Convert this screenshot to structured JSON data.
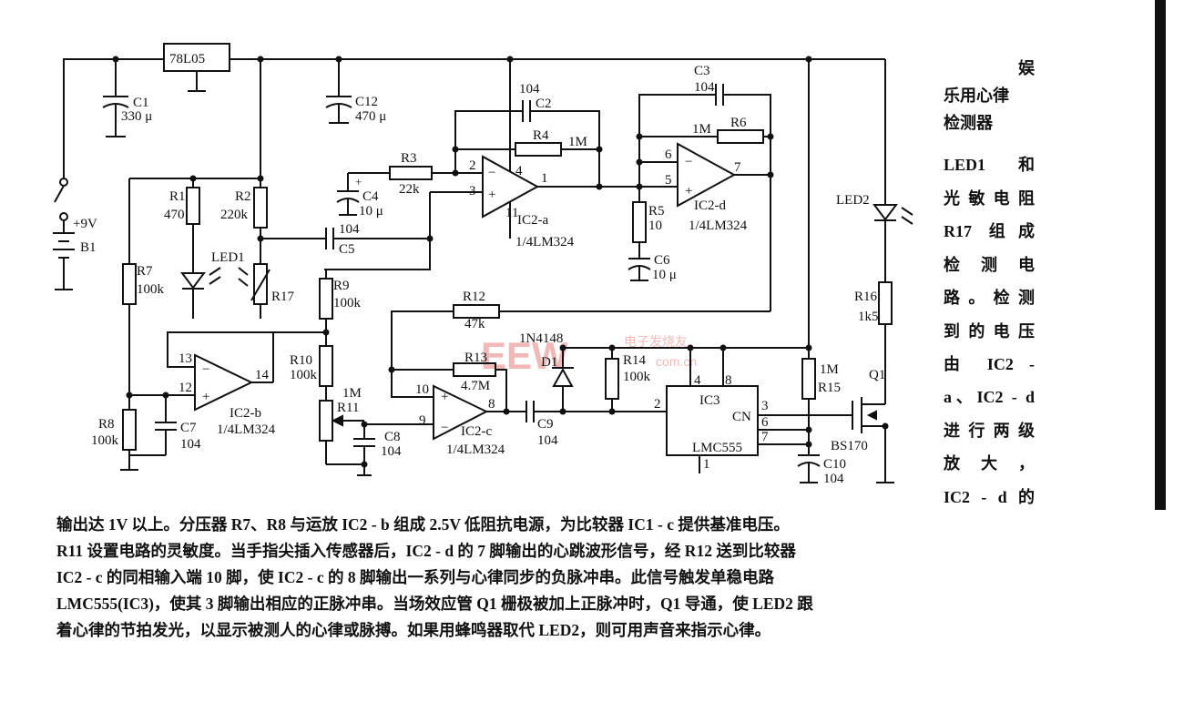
{
  "labels": {
    "reg": "78L05",
    "c1": "C1",
    "c1v": "330 μ",
    "c12": "C12",
    "c12v": "470 μ",
    "c2": "C2",
    "c2v": "104",
    "c3": "C3",
    "c3v": "104",
    "r4": "R4",
    "r4v": "1M",
    "r6": "R6",
    "r6v": "1M",
    "r3": "R3",
    "r3v": "22k",
    "c4": "C4",
    "c4v": "10 μ",
    "ic2a": "IC2-a",
    "ic2a_type": "1/4LM324",
    "ic2d": "IC2-d",
    "ic2d_type": "1/4LM324",
    "r5": "R5",
    "r5v": "10",
    "c6": "C6",
    "c6v": "10 μ",
    "r1": "R1",
    "r1v": "470",
    "r2": "R2",
    "r2v": "220k",
    "c5": "C5",
    "c5v": "104",
    "led1": "LED1",
    "r17": "R17",
    "r7": "R7",
    "r7v": "100k",
    "r9": "R9",
    "r9v": "100k",
    "r12": "R12",
    "r12v": "47k",
    "led2": "LED2",
    "r16": "R16",
    "r16v": "1k5",
    "batt": "+9V",
    "b1": "B1",
    "ic2b": "IC2-b",
    "ic2b_type": "1/4LM324",
    "r8": "R8",
    "r8v": "100k",
    "c7": "C7",
    "c7v": "104",
    "r10": "R10",
    "r10v": "100k",
    "r11": "R11",
    "r11v": "1M",
    "c8": "C8",
    "c8v": "104",
    "r13": "R13",
    "r13v": "4.7M",
    "d1": "D1",
    "d1_type": "1N4148",
    "r14": "R14",
    "r14v": "100k",
    "ic2c": "IC2-c",
    "ic2c_type": "1/4LM324",
    "c9": "C9",
    "c9v": "104",
    "ic3": "IC3",
    "ic3_type": "LMC555",
    "r15": "R15",
    "r15v": "1M",
    "cn": "CN",
    "q1": "Q1",
    "q1_type": "BS170",
    "c10": "C10",
    "c10v": "104",
    "pins": {
      "p2a": "2",
      "p3a": "3",
      "p4a": "4",
      "p1a": "1",
      "p11a": "11",
      "p6d": "6",
      "p5d": "5",
      "p7d": "7",
      "p13b": "13",
      "p12b": "12",
      "p14b": "14",
      "p10c": "10",
      "p9c": "9",
      "p8c": "8",
      "p4_555": "4",
      "p8_555": "8",
      "p2_555": "2",
      "p3_555": "3",
      "p6_555": "6",
      "p7_555": "7",
      "p1_555": "1"
    }
  },
  "watermark": {
    "logo": "EEW",
    "sub": "电子发烧友",
    "url": "com.cn"
  },
  "side": {
    "title_1": "娱",
    "title_2": "乐用心律",
    "title_3": "检测器",
    "lines": [
      "LED1 和",
      "光敏电阻",
      "R17 组成",
      "检 测 电",
      "路。检测",
      "到的电压",
      "由 IC2 -",
      "a、IC2 - d",
      "进行两级",
      "放 大 ，",
      "IC2 - d 的"
    ]
  },
  "body": [
    "输出达 1V 以上。分压器 R7、R8 与运放 IC2 - b 组成 2.5V 低阻抗电源，为比较器 IC1 - c 提供基准电压。",
    "R11 设置电路的灵敏度。当手指尖插入传感器后，IC2 - d 的 7 脚输出的心跳波形信号，经 R12 送到比较器",
    "IC2 - c 的同相输入端 10 脚，使 IC2 - c 的 8 脚输出一系列与心律同步的负脉冲串。此信号触发单稳电路",
    "LMC555(IC3)，使其 3 脚输出相应的正脉冲串。当场效应管 Q1 栅极被加上正脉冲时，Q1 导通，使 LED2 跟",
    "着心律的节拍发光，以显示被测人的心律或脉搏。如果用蜂鸣器取代 LED2，则可用声音来指示心律。"
  ]
}
